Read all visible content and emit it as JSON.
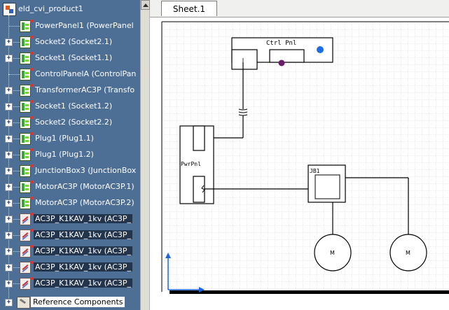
{
  "tree": {
    "root_label": "eld_cvi_product1",
    "items": [
      {
        "label": "PowerPanel1 (PowerPanel",
        "icon": "device-icon",
        "expander": ""
      },
      {
        "label": "Socket2 (Socket2.1)",
        "icon": "device-icon",
        "expander": "+"
      },
      {
        "label": "Socket1 (Socket1.1)",
        "icon": "device-icon",
        "expander": "+"
      },
      {
        "label": "ControlPanelA (ControlPan",
        "icon": "device-icon",
        "expander": ""
      },
      {
        "label": "TransformerAC3P (Transfo",
        "icon": "device-icon",
        "expander": "+"
      },
      {
        "label": "Socket1 (Socket1.2)",
        "icon": "device-icon",
        "expander": "+"
      },
      {
        "label": "Socket2 (Socket2.2)",
        "icon": "device-icon",
        "expander": "+"
      },
      {
        "label": "Plug1 (Plug1.1)",
        "icon": "device-icon",
        "expander": "+"
      },
      {
        "label": "Plug1 (Plug1.2)",
        "icon": "device-icon",
        "expander": "+"
      },
      {
        "label": "JunctionBox3 (JunctionBox",
        "icon": "device-icon",
        "expander": "+"
      },
      {
        "label": "MotorAC3P (MotorAC3P.1)",
        "icon": "device-icon",
        "expander": "+"
      },
      {
        "label": "MotorAC3P (MotorAC3P.2)",
        "icon": "device-icon",
        "expander": "+"
      },
      {
        "label": "AC3P_K1KAV_1kv (AC3P_",
        "icon": "cable-icon",
        "expander": "+"
      },
      {
        "label": "AC3P_K1KAV_1kv (AC3P_",
        "icon": "cable-icon",
        "expander": "+"
      },
      {
        "label": "AC3P_K1KAV_1kv (AC3P_",
        "icon": "cable-icon",
        "expander": "+"
      },
      {
        "label": "AC3P_K1KAV_1kv (AC3P_",
        "icon": "cable-icon",
        "expander": "+"
      },
      {
        "label": "AC3P_K1KAV_1kv (AC3P_",
        "icon": "cable-icon",
        "expander": "+"
      }
    ],
    "reference": {
      "label": "Reference Components",
      "expander": "+"
    }
  },
  "tabs": [
    {
      "label": "Sheet.1",
      "active": true
    }
  ],
  "drawing": {
    "ctrl_label": "Ctrl Pnl",
    "pwr_label": "PwrPnl",
    "jb_label": "JB1",
    "motor1_label": "M",
    "motor2_label": "M"
  },
  "colors": {
    "tree_bg": "#4d6e95",
    "selection_bg": "#23344d",
    "blue_dot": "#1d6fe0",
    "purple_dot": "#6a1b6a",
    "grid": "#d0d0d0",
    "axis": "#1f63e0"
  }
}
